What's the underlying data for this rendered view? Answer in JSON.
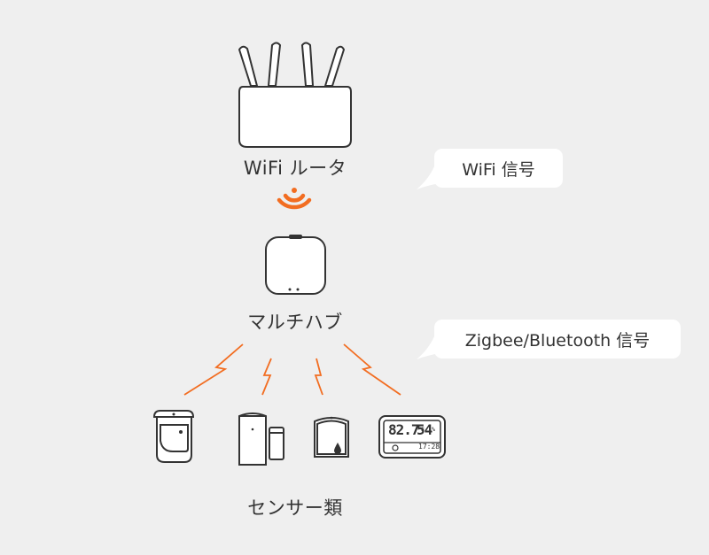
{
  "labels": {
    "router": "WiFi ルータ",
    "hub": "マルチハブ",
    "sensors": "センサー類"
  },
  "bubbles": {
    "wifi": "WiFi 信号",
    "zigbee": "Zigbee/Bluetooth 信号"
  },
  "thermometer": {
    "temperature": "82.7",
    "temp_unit": "°F",
    "humidity": "54",
    "humidity_unit": "%",
    "time": "17:28"
  },
  "icons": {
    "wifi_signal": "wifi-signal-icon",
    "wireless_link": "lightning-icon"
  },
  "colors": {
    "background": "#efefef",
    "accent": "#f26d21",
    "stroke": "#333333",
    "bubble": "#ffffff"
  }
}
